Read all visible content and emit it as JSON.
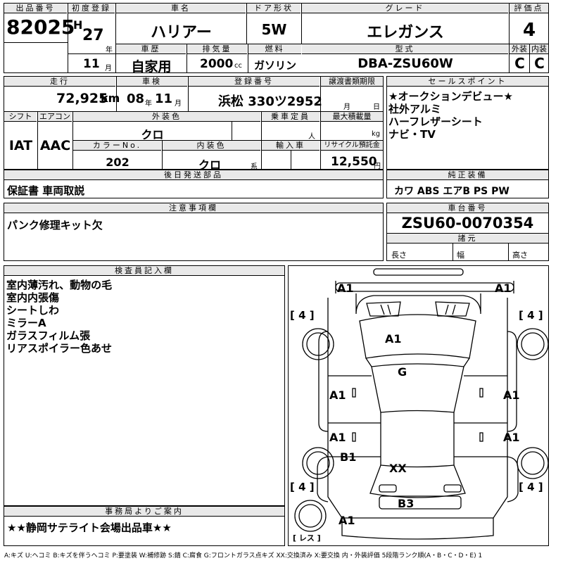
{
  "header": {
    "lot_label": "出品番号",
    "lot_no": "82025",
    "first_reg_label": "初度登録",
    "era": "H",
    "year": "27",
    "year_unit": "年",
    "month": "11",
    "month_unit": "月",
    "car_name_label": "車名",
    "car_name": "ハリアー",
    "door_label": "ドア形状",
    "door": "5W",
    "grade_label": "グレード",
    "grade": "エレガンス",
    "score_label": "評価点",
    "score": "4",
    "history_label": "車歴",
    "history": "自家用",
    "displacement_label": "排気量",
    "displacement": "2000",
    "displacement_unit": "cc",
    "fuel_label": "燃料",
    "fuel": "ガソリン",
    "model_label": "型式",
    "model": "DBA-ZSU60W",
    "exterior_label": "外装",
    "exterior_grade": "C",
    "interior_label": "内装",
    "interior_grade": "C"
  },
  "row2": {
    "mileage_label": "走行",
    "mileage": "72,925",
    "mileage_unit": "km",
    "inspection_label": "車検",
    "inspection_year": "08",
    "inspection_year_unit": "年",
    "inspection_month": "11",
    "inspection_month_unit": "月",
    "plate_label": "登録番号",
    "plate": "浜松 330ツ2952",
    "transfer_label": "譲渡書類期限",
    "transfer_month_unit": "月",
    "transfer_day_unit": "日",
    "shift_label": "シフト",
    "shift": "IAT",
    "ac_label": "エアコン",
    "ac": "AAC",
    "ext_color_label": "外装色",
    "ext_color": "クロ",
    "capacity_label": "乗車定員",
    "capacity_unit": "人",
    "max_load_label": "最大積載量",
    "max_load_unit": "kg",
    "color_no_label": "カラーNo.",
    "color_no": "202",
    "int_color_label": "内装色",
    "int_color": "クロ",
    "int_color_unit": "系",
    "import_label": "輸入車",
    "recycle_label": "リサイクル預託金",
    "recycle": "12,550",
    "recycle_unit": "円"
  },
  "sales_points": {
    "label": "セールスポイント",
    "items": [
      "★オークションデビュー★",
      "社外アルミ",
      "ハーフレザーシート",
      "ナビ・TV"
    ]
  },
  "equipment": {
    "label": "純正装備",
    "items": "カワ ABS エアB PS PW"
  },
  "later_parts": {
    "label": "後日発送部品",
    "text": "保証書 車両取説"
  },
  "notes": {
    "label": "注意事項欄",
    "text": "パンク修理キット欠"
  },
  "chassis": {
    "label": "車台番号",
    "number": "ZSU60-0070354",
    "spec_label": "諸元",
    "length_label": "長さ",
    "width_label": "幅",
    "height_label": "高さ"
  },
  "inspector": {
    "label": "検査員記入欄",
    "items": [
      "室内薄汚れ、動物の毛",
      "室内内張傷",
      "シートしわ",
      "ミラーA",
      "ガラスフィルム張",
      "リアスポイラー色あせ"
    ]
  },
  "office": {
    "label": "事務局よりご案内",
    "text": "★★静岡サテライト会場出品車★★"
  },
  "diagram": {
    "marks": {
      "front_left": "A1",
      "front_right": "A1",
      "hood": "A1",
      "roof": "G",
      "fl_door": "A1",
      "fr_door": "A1",
      "rl_door": "A1",
      "rr_door": "A1",
      "rl_quarter": "B1",
      "trunk": "XX",
      "rear_bumper": "B3",
      "rear_left": "A1",
      "tire_fl": "[ 4 ]",
      "tire_fr": "[ 4 ]",
      "tire_rl": "[ 4 ]",
      "tire_rr": "[ 4 ]",
      "spare": "[ レス ]"
    }
  },
  "legend": {
    "text": "A:キズ U:ヘコミ B:キズを伴うヘコミ P:要塗装 W:補修跡 S:錆 C:腐食 G:フロントガラス点キズ XX:交換済み X:要交換 内・外装評価 5段階ランク順(A・B・C・D・E) 1"
  }
}
